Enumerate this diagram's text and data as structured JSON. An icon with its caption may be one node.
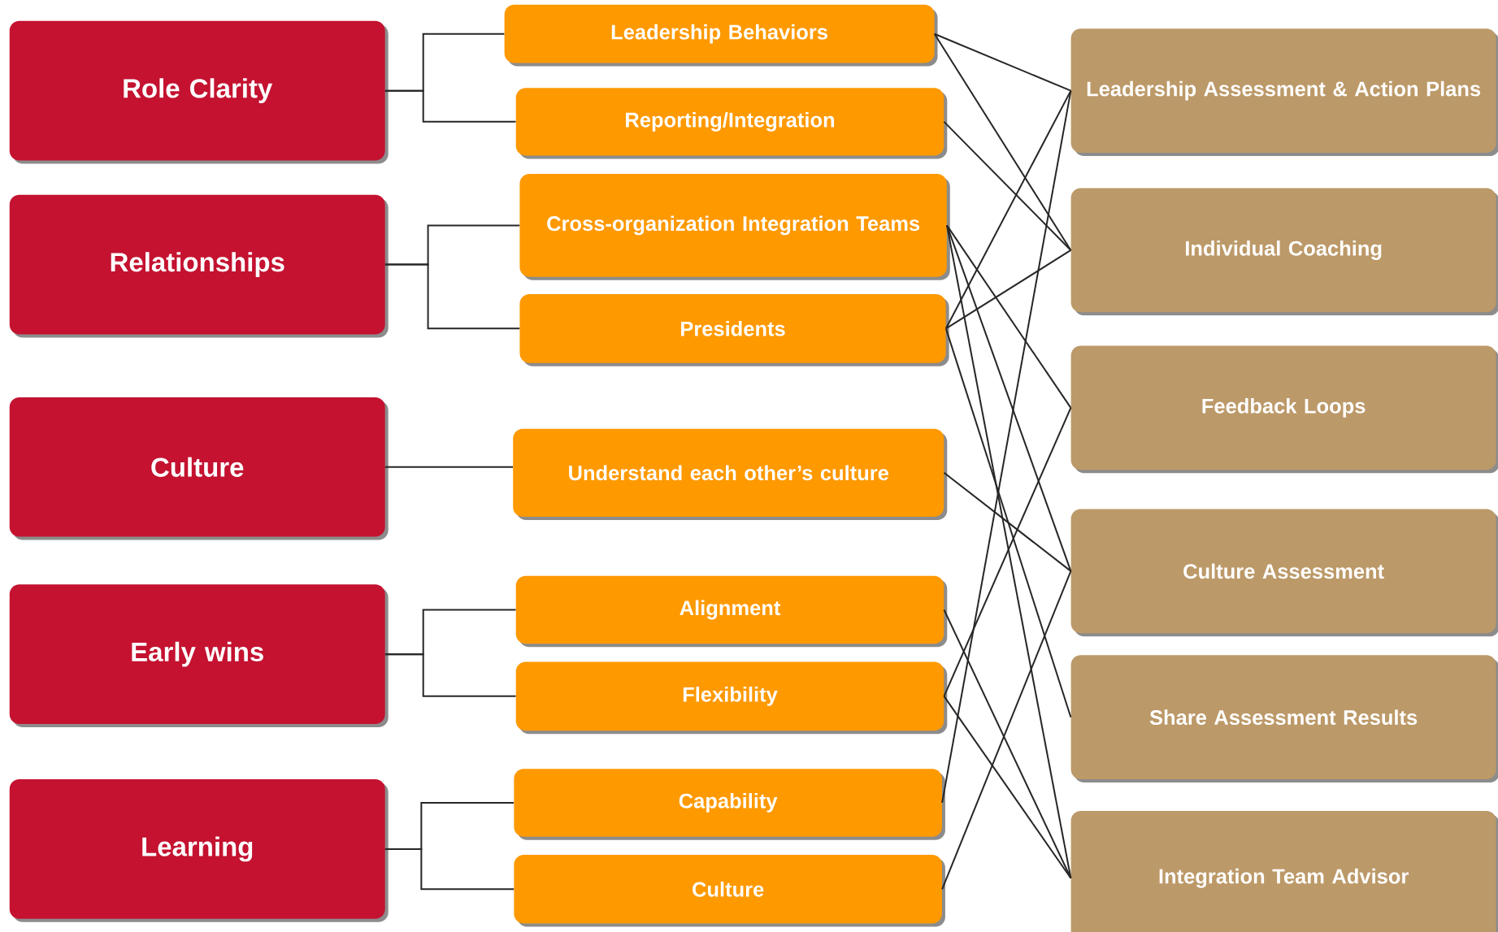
{
  "diagram": {
    "nodes": [
      {
        "text": [
          "Role Clarity"
        ]
      },
      {
        "text": [
          "Relationships"
        ]
      },
      {
        "text": [
          "Culture"
        ]
      },
      {
        "text": [
          "Early wins"
        ]
      },
      {
        "text": [
          "Learning"
        ]
      },
      {
        "text": [
          "Leadership Behaviors"
        ]
      },
      {
        "text": [
          "Reporting/Integration"
        ]
      },
      {
        "text": [
          "Cross-organization Integration Teams"
        ]
      },
      {
        "text": [
          "Presidents"
        ]
      },
      {
        "text": [
          "Understand each other’s culture"
        ]
      },
      {
        "text": [
          "Alignment"
        ]
      },
      {
        "text": [
          "Flexibility"
        ]
      },
      {
        "text": [
          "Capability"
        ]
      },
      {
        "text": [
          "Culture"
        ]
      },
      {
        "text": [
          "Leadership Assessment & Action Plans"
        ]
      },
      {
        "text": [
          "Individual Coaching"
        ]
      },
      {
        "text": [
          "Feedback Loops"
        ]
      },
      {
        "text": [
          "Culture Assessment"
        ]
      },
      {
        "text": [
          "Share Assessment Results"
        ]
      },
      {
        "text": [
          "Integration Team Advisor"
        ]
      }
    ],
    "edges": [
      {
        "from": 0,
        "to": 5,
        "arrow": "none"
      },
      {
        "from": 0,
        "to": 6,
        "arrow": "none"
      },
      {
        "from": 1,
        "to": 7,
        "arrow": "none"
      },
      {
        "from": 1,
        "to": 8,
        "arrow": "none"
      },
      {
        "from": 2,
        "to": 9,
        "arrow": "none"
      },
      {
        "from": 3,
        "to": 10,
        "arrow": "none"
      },
      {
        "from": 3,
        "to": 11,
        "arrow": "none"
      },
      {
        "from": 4,
        "to": 12,
        "arrow": "none"
      },
      {
        "from": 4,
        "to": 13,
        "arrow": "none"
      },
      {
        "from": 5,
        "to": 14,
        "arrow": "none"
      },
      {
        "from": 5,
        "to": 15,
        "arrow": "none"
      },
      {
        "from": 6,
        "to": 15,
        "arrow": "none"
      },
      {
        "from": 7,
        "to": 16,
        "arrow": "none"
      },
      {
        "from": 7,
        "to": 17,
        "arrow": "none"
      },
      {
        "from": 7,
        "to": 19,
        "arrow": "none"
      },
      {
        "from": 8,
        "to": 14,
        "arrow": "none"
      },
      {
        "from": 8,
        "to": 15,
        "arrow": "none"
      },
      {
        "from": 8,
        "to": 18,
        "arrow": "none"
      },
      {
        "from": 9,
        "to": 17,
        "arrow": "none"
      },
      {
        "from": 10,
        "to": 19,
        "arrow": "none"
      },
      {
        "from": 11,
        "to": 16,
        "arrow": "none"
      },
      {
        "from": 11,
        "to": 19,
        "arrow": "none"
      },
      {
        "from": 12,
        "to": 14,
        "arrow": "none"
      },
      {
        "from": 13,
        "to": 17,
        "arrow": "none"
      }
    ]
  }
}
